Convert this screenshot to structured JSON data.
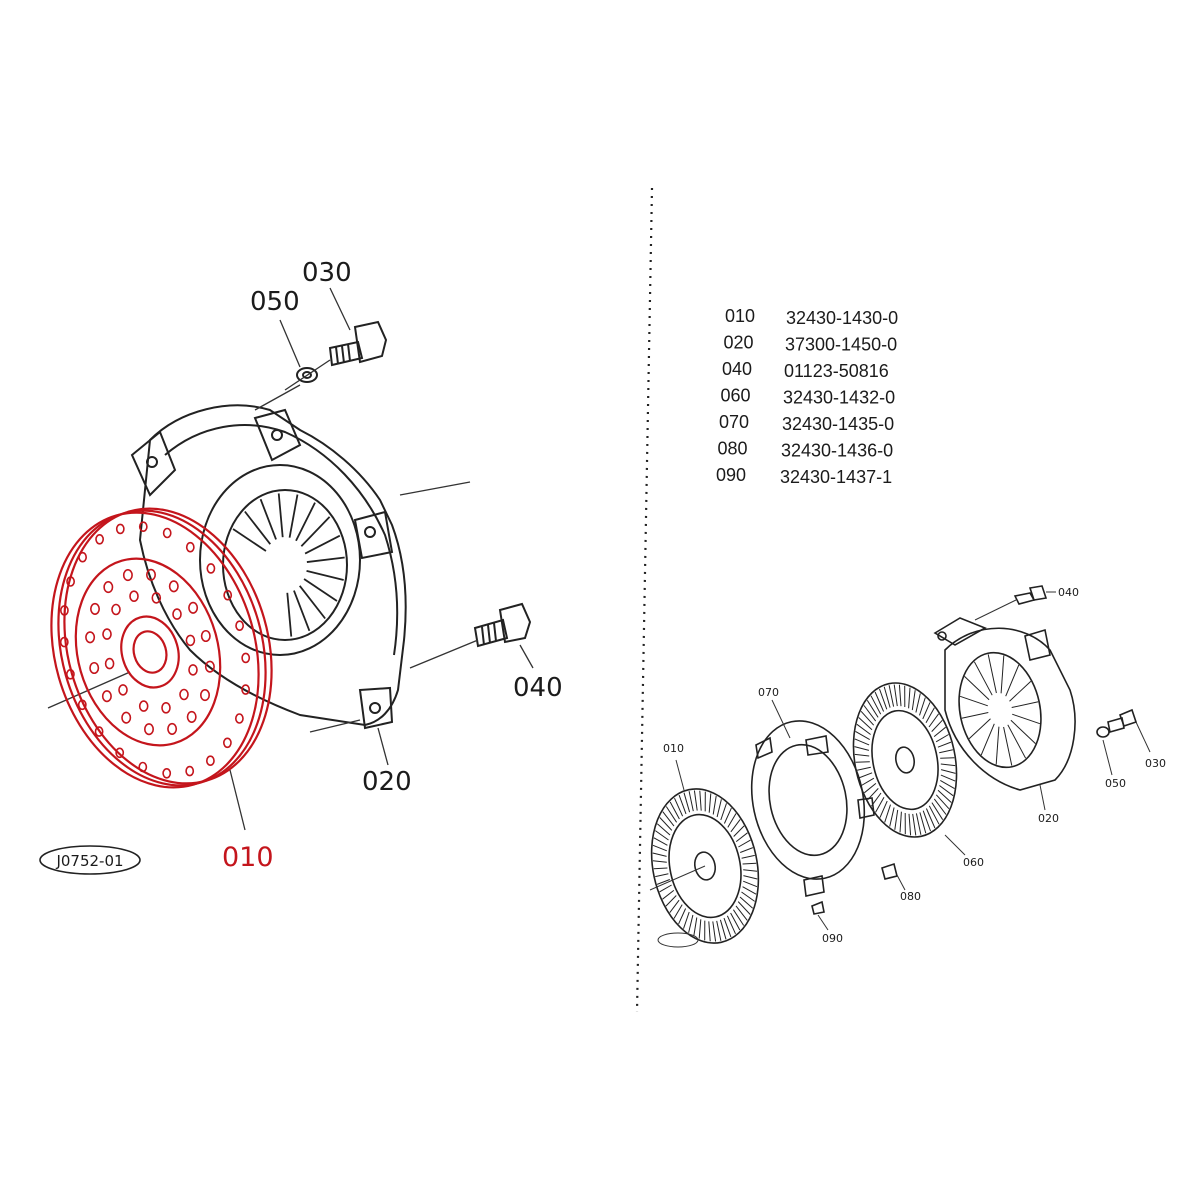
{
  "left_drawing": {
    "callouts": {
      "c030": "030",
      "c050": "050",
      "c040": "040",
      "c020": "020",
      "c010": "010"
    },
    "drawing_code": "J0752-01",
    "highlight_color": "#c4151c"
  },
  "parts_table": [
    {
      "ref": "010",
      "part": "32430-1430-0"
    },
    {
      "ref": "020",
      "part": "37300-1450-0"
    },
    {
      "ref": "040",
      "part": "01123-50816"
    },
    {
      "ref": "060",
      "part": "32430-1432-0"
    },
    {
      "ref": "070",
      "part": "32430-1435-0"
    },
    {
      "ref": "080",
      "part": "32430-1436-0"
    },
    {
      "ref": "090",
      "part": "32430-1437-1"
    }
  ],
  "right_drawing": {
    "callouts": {
      "c040": "040",
      "c070": "070",
      "c010": "010",
      "c050": "050",
      "c030": "030",
      "c020": "020",
      "c060": "060",
      "c080": "080",
      "c090": "090"
    }
  }
}
